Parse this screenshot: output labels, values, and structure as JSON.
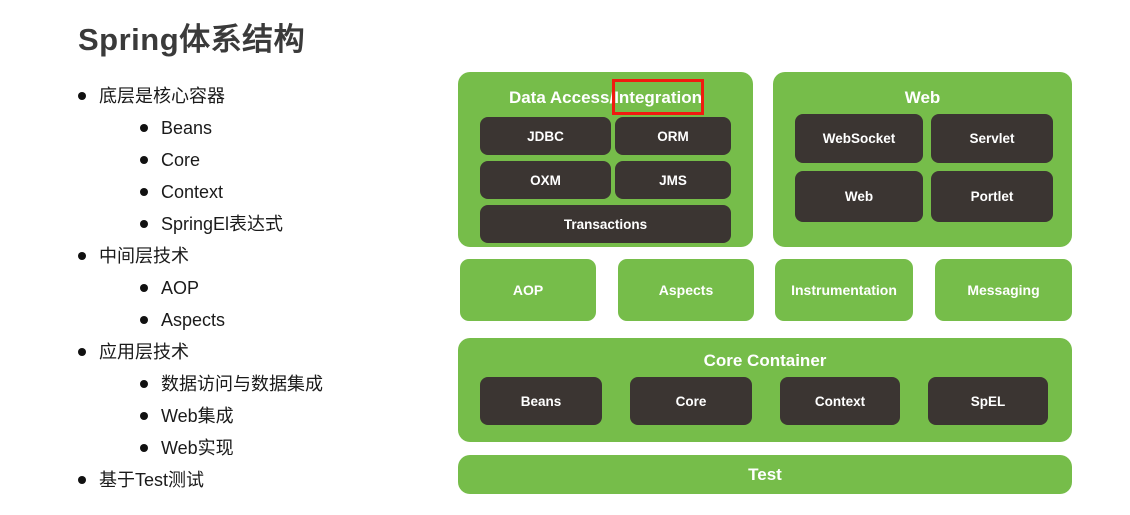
{
  "page_title": "Spring体系结构",
  "outline": [
    {
      "level": 0,
      "label": "底层是核心容器"
    },
    {
      "level": 1,
      "label": "Beans"
    },
    {
      "level": 1,
      "label": "Core"
    },
    {
      "level": 1,
      "label": "Context"
    },
    {
      "level": 1,
      "label": "SpringEl表达式"
    },
    {
      "level": 0,
      "label": "中间层技术"
    },
    {
      "level": 1,
      "label": "AOP"
    },
    {
      "level": 1,
      "label": "Aspects"
    },
    {
      "level": 0,
      "label": "应用层技术"
    },
    {
      "level": 1,
      "label": "数据访问与数据集成"
    },
    {
      "level": 1,
      "label": "Web集成"
    },
    {
      "level": 1,
      "label": "Web实现"
    },
    {
      "level": 0,
      "label": "基于Test测试"
    }
  ],
  "diagram": {
    "colors": {
      "group_green": "#76bd4a",
      "module_dark": "#3b3532",
      "highlight_red": "#f01b10",
      "text_white": "#ffffff"
    },
    "data_access_group": {
      "title_prefix": "Data Access",
      "title_separator": "/",
      "title_highlighted": "Integration",
      "modules": [
        {
          "label": "JDBC"
        },
        {
          "label": "ORM"
        },
        {
          "label": "OXM"
        },
        {
          "label": "JMS"
        },
        {
          "label": "Transactions"
        }
      ]
    },
    "web_group": {
      "title": "Web",
      "modules": [
        {
          "label": "WebSocket"
        },
        {
          "label": "Servlet"
        },
        {
          "label": "Web"
        },
        {
          "label": "Portlet"
        }
      ]
    },
    "middle_row": [
      {
        "label": "AOP"
      },
      {
        "label": "Aspects"
      },
      {
        "label": "Instrumentation"
      },
      {
        "label": "Messaging"
      }
    ],
    "core_container_group": {
      "title": "Core Container",
      "modules": [
        {
          "label": "Beans"
        },
        {
          "label": "Core"
        },
        {
          "label": "Context"
        },
        {
          "label": "SpEL"
        }
      ]
    },
    "test_bar": {
      "label": "Test"
    }
  }
}
